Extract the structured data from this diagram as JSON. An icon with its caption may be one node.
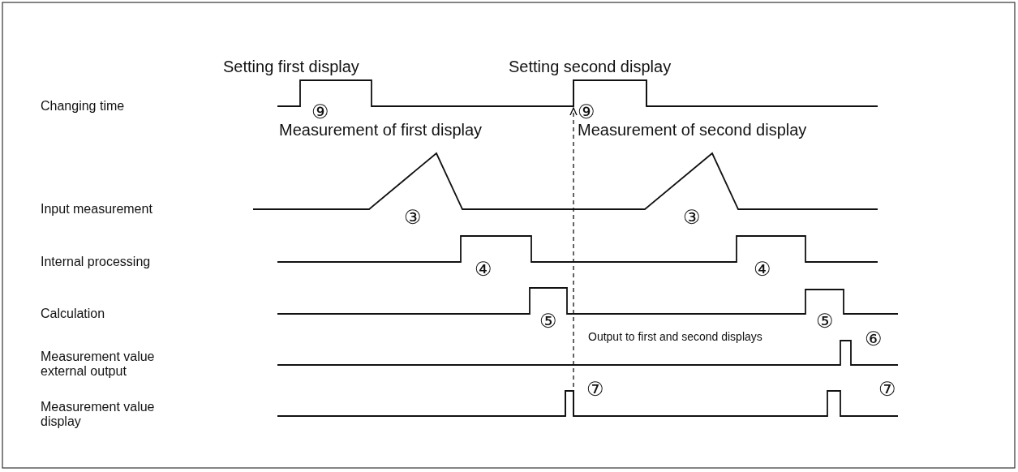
{
  "diagram": {
    "nodes": [
      {
        "text": [],
        "shape": "bar"
      },
      {
        "text": [],
        "shape": "bar"
      }
    ],
    "edges": [
      {
        "from": 0,
        "to": 1,
        "arrow": "to",
        "style": "dashed"
      }
    ],
    "labels": [
      "Setting first display",
      "Setting second display",
      "Changing time",
      "⑨",
      "⑨",
      "Measurement of first display",
      "Measurement of second display",
      "Input measurement",
      "③",
      "③",
      "Internal processing",
      "④",
      "④",
      "Calculation",
      "⑤",
      "⑤",
      "Output to first and second displays",
      "Measurement value external output",
      "⑥",
      "⑦",
      "⑦",
      "Measurement value display"
    ]
  }
}
